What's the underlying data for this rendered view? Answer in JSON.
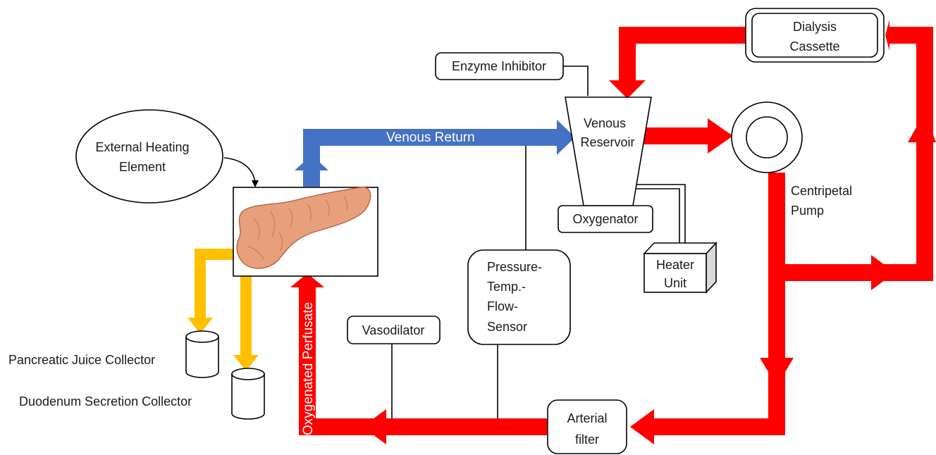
{
  "colors": {
    "arterial": "#ff0000",
    "venous": "#4472c4",
    "secretion": "#ffc000",
    "organ_tissue": "#e8a07c"
  },
  "flows": {
    "venous_return": "Venous Return",
    "oxygenated_perfusate": "Oxygenated Perfusate"
  },
  "nodes": {
    "dialysis_cassette": [
      "Dialysis",
      "Cassette"
    ],
    "enzyme_inhibitor": "Enzyme Inhibitor",
    "venous_reservoir": [
      "Venous",
      "Reservoir"
    ],
    "oxygenator": "Oxygenator",
    "heater_unit": [
      "Heater",
      "Unit"
    ],
    "centripetal_pump": [
      "Centripetal",
      "Pump"
    ],
    "external_heating_element": [
      "External Heating",
      "Element"
    ],
    "pressure_sensor": [
      "Pressure-",
      "Temp.-",
      "Flow-",
      "Sensor"
    ],
    "vasodilator": "Vasodilator",
    "arterial_filter": [
      "Arterial",
      "filter"
    ],
    "pancreatic_juice_collector": "Pancreatic Juice Collector",
    "duodenum_secretion_collector": "Duodenum Secretion Collector"
  },
  "organ": {
    "icon": "pancreas-icon"
  }
}
